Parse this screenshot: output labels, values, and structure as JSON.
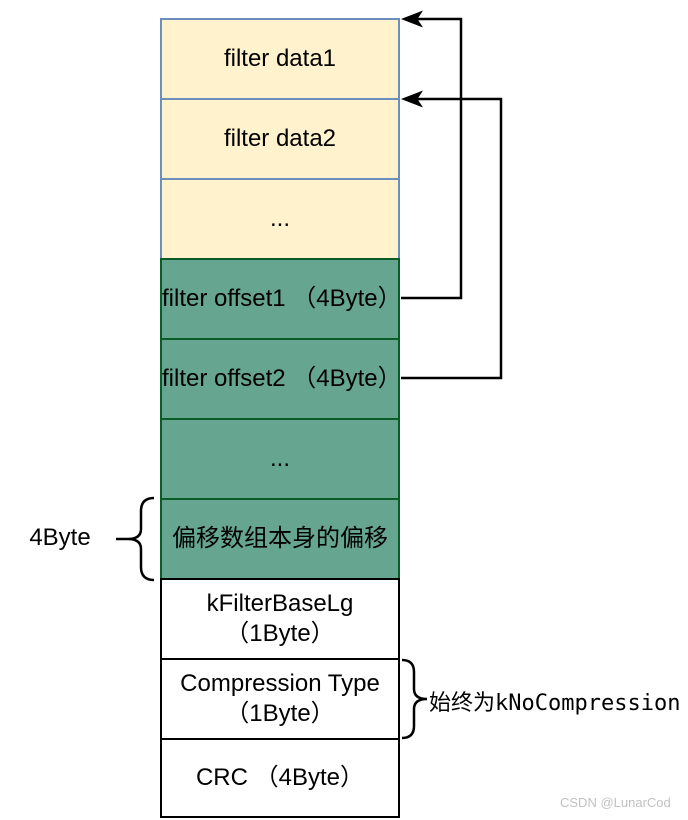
{
  "diagram": {
    "boxes": [
      {
        "label": "filter data1",
        "kind": "filter-data"
      },
      {
        "label": "filter data2",
        "kind": "filter-data"
      },
      {
        "label": "...",
        "kind": "filter-data"
      },
      {
        "label": "filter offset1 （4Byte）",
        "kind": "filter-offset"
      },
      {
        "label": "filter offset2 （4Byte）",
        "kind": "filter-offset"
      },
      {
        "label": "...",
        "kind": "filter-offset"
      },
      {
        "label": "偏移数组本身的偏移",
        "kind": "filter-offset"
      },
      {
        "label": "kFilterBaseLg\n（1Byte）",
        "kind": "trailer"
      },
      {
        "label": "Compression Type\n（1Byte）",
        "kind": "trailer"
      },
      {
        "label": "CRC （4Byte）",
        "kind": "trailer"
      }
    ],
    "left_annotation": {
      "label": "4Byte"
    },
    "right_annotation": {
      "prefix": "始终为",
      "code": "kNoCompression"
    },
    "watermark": "CSDN @LunarCod",
    "colors": {
      "filter_data_fill": "#FFF2CC",
      "filter_data_border": "#6C8EBF",
      "offset_fill": "#66A690",
      "offset_border": "#0A5C26",
      "trailer_fill": "#FFFFFF",
      "trailer_border": "#000000",
      "connector": "#000000",
      "watermark": "#C2C1C1"
    }
  }
}
